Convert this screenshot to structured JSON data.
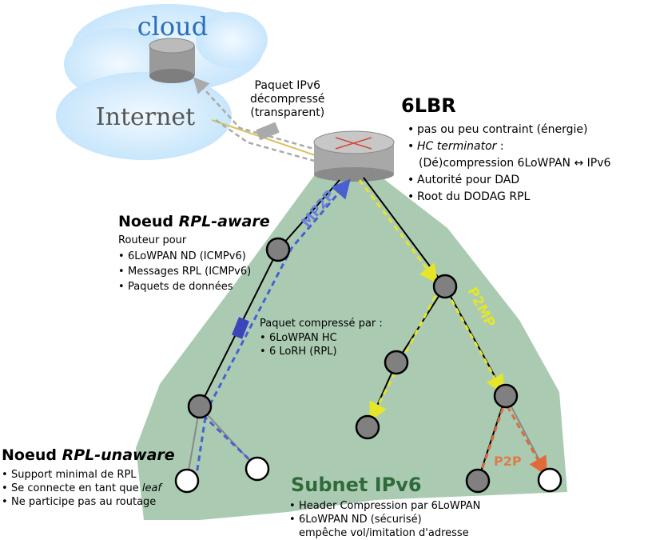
{
  "cloud": {
    "cloud_label": "cloud",
    "internet_label": "Internet"
  },
  "packet_ipv6": {
    "lines": [
      "Paquet IPv6",
      "décompressé",
      "(transparent)"
    ]
  },
  "lbr": {
    "title": "6LBR",
    "items": [
      "pas ou peu contraint (énergie)",
      "HC terminator",
      ":",
      "(Dé)compression 6LoWPAN ↔ IPv6",
      "Autorité pour DAD",
      "Root du DODAG RPL"
    ]
  },
  "rpl_aware": {
    "title_prefix": "Noeud ",
    "title_em": "RPL-aware",
    "subtitle": "Routeur pour",
    "items": [
      "6LoWPAN ND (ICMPv6)",
      "Messages RPL (ICMPv6)",
      "Paquets de données"
    ]
  },
  "compressed_packet": {
    "title": "Paquet compressé par :",
    "items": [
      "6LoWPAN HC",
      "6 LoRH (RPL)"
    ]
  },
  "rpl_unaware": {
    "title_prefix": "Noeud ",
    "title_em": "RPL-unaware",
    "items": [
      "Support minimal de RPL",
      "Se connecte en tant que ",
      "leaf",
      "Ne participe pas au routage"
    ]
  },
  "subnet": {
    "title": "Subnet IPv6",
    "items": [
      "Header Compression par 6LoWPAN",
      "6LoWPAN ND (sécurisé)",
      "empêche vol/imitation d'adresse"
    ]
  },
  "flows": {
    "mp2p": "MP2P",
    "p2mp": "P2MP",
    "p2p": "P2P"
  },
  "colors": {
    "subnet_fill": "#aacbb2",
    "mp2p": "#4a5fd0",
    "p2mp": "#e5e52a",
    "p2p": "#e06a3a",
    "cloud_fill": "#cfe8fa",
    "subnet_title": "#2f6b3a"
  }
}
